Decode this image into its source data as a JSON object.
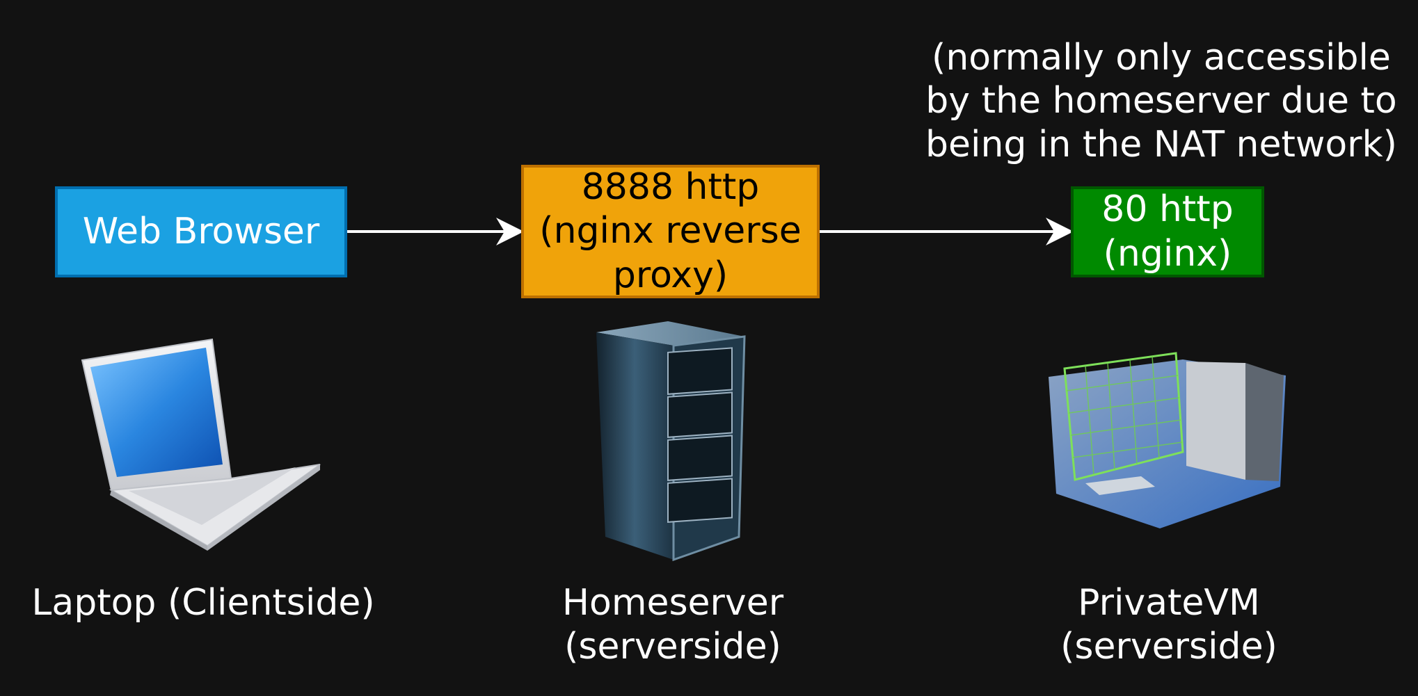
{
  "nodes": {
    "browser": {
      "label": "Web Browser",
      "fill": "#1ba1e2",
      "border": "#006eaf"
    },
    "proxy": {
      "label": "8888 http\n(nginx reverse\nproxy)",
      "fill": "#f0a30a",
      "border": "#bd7000"
    },
    "vm": {
      "label": "80 http\n(nginx)",
      "fill": "#008a00",
      "border": "#005700"
    }
  },
  "note": "(normally only accessible\nby the homeserver due to\nbeing in the NAT network)",
  "machines": {
    "laptop": {
      "label": "Laptop (Clientside)",
      "icon": "laptop-icon"
    },
    "homeserver": {
      "label": "Homeserver\n(serverside)",
      "icon": "server-rack-icon"
    },
    "privatevm": {
      "label": "PrivateVM\n(serverside)",
      "icon": "virtual-machine-icon"
    }
  },
  "colors": {
    "background": "#121212",
    "edge": "#ffffff"
  }
}
